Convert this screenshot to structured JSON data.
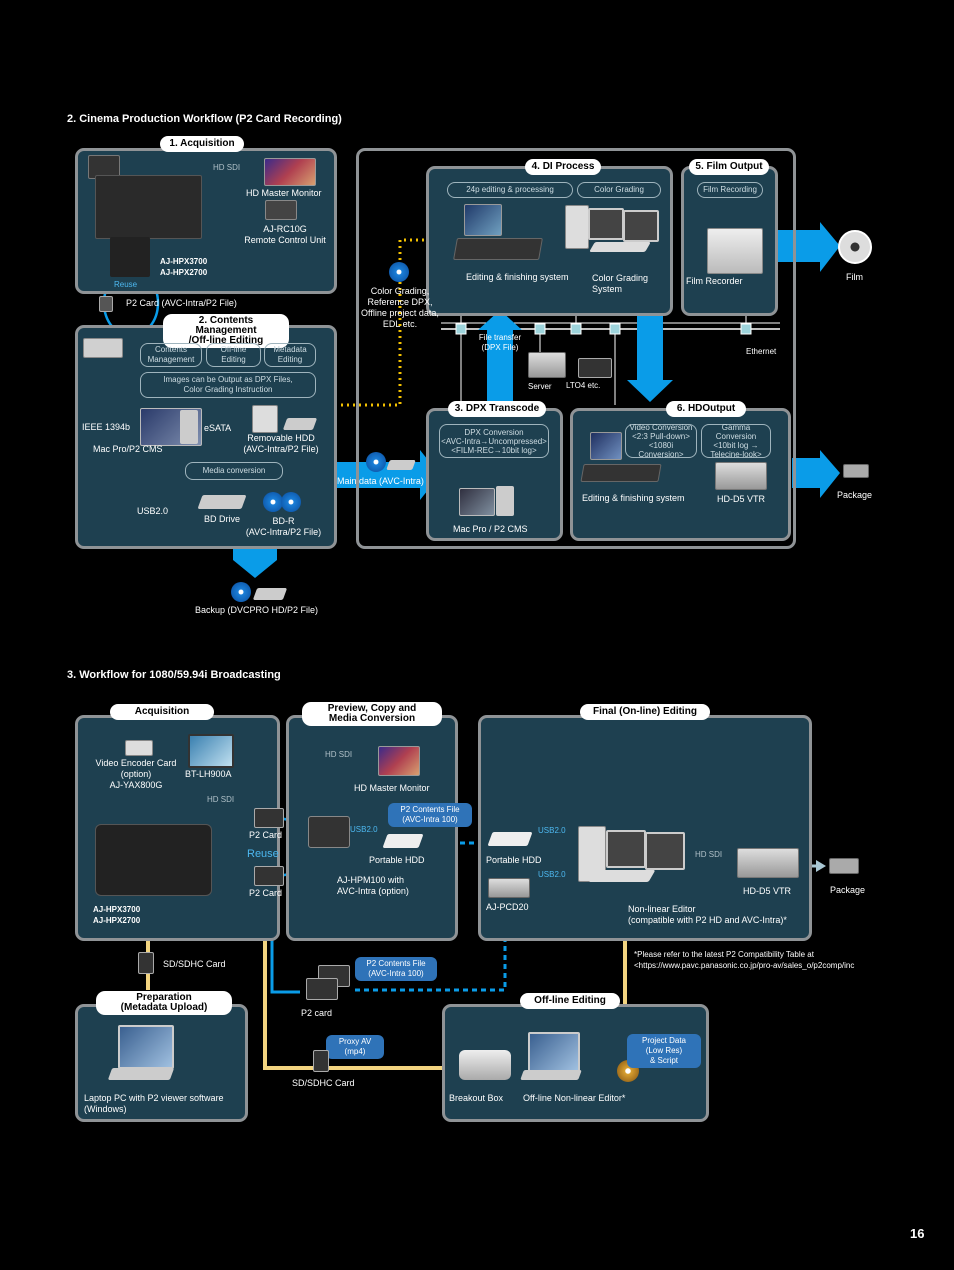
{
  "page_number": "16",
  "section2": {
    "title": "2. Cinema Production Workflow (P2 Card Recording)",
    "acquisition": {
      "title": "1. Acquisition",
      "hd_sdi": "HD SDI",
      "hd_master_monitor": "HD Master Monitor",
      "rc10g": "AJ-RC10G\nRemote Control Unit",
      "camera": "AJ-HPX3700\nAJ-HPX2700",
      "reuse": "Reuse",
      "p2card": "P2 Card (AVC-Intra/P2 File)"
    },
    "contents": {
      "title": "2. Contents Management\n/Off-line Editing",
      "tag1": "Contents\nManagement",
      "tag2": "Off-line\nEditing",
      "tag3": "Metadata\nEditing",
      "tag4": "Images can be Output as DPX Files,\nColor Grading Instruction",
      "ieee": "IEEE 1394b",
      "esata": "eSATA",
      "mac": "Mac Pro/P2 CMS",
      "removable": "Removable HDD\n(AVC-Intra/P2 File)",
      "media_conv": "Media conversion",
      "usb": "USB2.0",
      "bd_drive": "BD Drive",
      "bdr": "BD-R\n(AVC-Intra/P2 File)"
    },
    "backup": "Backup (DVCPRO HD/P2 File)",
    "color_grading_note": "Color Grading,\nReference DPX,\nOffline project data,\nEDL etc.",
    "main_data": "Main data (AVC-Intra)",
    "di": {
      "title": "4. DI Process",
      "tag1": "24p editing & processing",
      "tag2": "Color Grading",
      "editing": "Editing & finishing system",
      "color_grading": "Color Grading\nSystem"
    },
    "film_output": {
      "title": "5. Film Output",
      "tag": "Film Recording",
      "recorder": "Film Recorder",
      "film": "Film"
    },
    "file_transfer": "File transfer\n(DPX File)",
    "ethernet": "Ethernet",
    "server": "Server",
    "lto": "LTO4 etc.",
    "dpx": {
      "title": "3. DPX Transcode",
      "tag": "DPX Conversion\n<AVC-Intra→Uncompressed>\n<FILM-REC→10bit log>",
      "mac": "Mac Pro / P2 CMS"
    },
    "hdoutput": {
      "title": "6. HDOutput",
      "tag1": "Video Conversion\n<2:3 Pull-down>\n<1080i Conversion>",
      "tag2": "Gamma Conversion\n<10bit log →\nTelecine-look>",
      "editing": "Editing & finishing system",
      "vtr": "HD-D5 VTR",
      "package": "Package"
    }
  },
  "section3": {
    "title": "3. Workflow for 1080/59.94i Broadcasting",
    "acquisition": {
      "title": "Acquisition",
      "encoder": "Video Encoder Card\n(option)\nAJ-YAX800G",
      "bt": "BT-LH900A",
      "hd_sdi": "HD SDI",
      "camera": "AJ-HPX3700\nAJ-HPX2700"
    },
    "p2card_top": "P2 Card",
    "reuse": "Reuse",
    "p2card_bottom": "P2 Card",
    "preview": {
      "title": "Preview, Copy and\nMedia Conversion",
      "hd_sdi": "HD SDI",
      "monitor": "HD Master Monitor",
      "usb": "USB2.0",
      "p2_file": "P2 Contents File\n(AVC-Intra 100)",
      "portable_hdd": "Portable HDD",
      "hpm": "AJ-HPM100 with\nAVC-Intra (option)"
    },
    "final": {
      "title": "Final (On-line) Editing",
      "portable_hdd": "Portable HDD",
      "usb1": "USB2.0",
      "usb2": "USB2.0",
      "pcd": "AJ-PCD20",
      "hd_sdi": "HD SDI",
      "vtr": "HD-D5 VTR",
      "nle": "Non-linear Editor\n(compatible with P2 HD and AVC-Intra)*",
      "package": "Package"
    },
    "note": "*Please refer to the latest P2 Compatibility Table at\n<https://www.pavc.panasonic.co.jp/pro-av/sales_o/p2comp/inc",
    "sd_card": "SD/SDHC Card",
    "p2_file2": "P2 Contents File\n(AVC-Intra 100)",
    "p2card_lower": "P2 card",
    "preparation": {
      "title": "Preparation\n(Metadata Upload)",
      "laptop": "Laptop PC with P2 viewer software\n(Windows)"
    },
    "proxy": "Proxy AV\n(mp4)",
    "sd_card2": "SD/SDHC Card",
    "offline": {
      "title": "Off-line Editing",
      "breakout": "Breakout Box",
      "editor": "Off-line Non-linear Editor*",
      "project": "Project Data\n(Low Res)\n& Script"
    }
  }
}
